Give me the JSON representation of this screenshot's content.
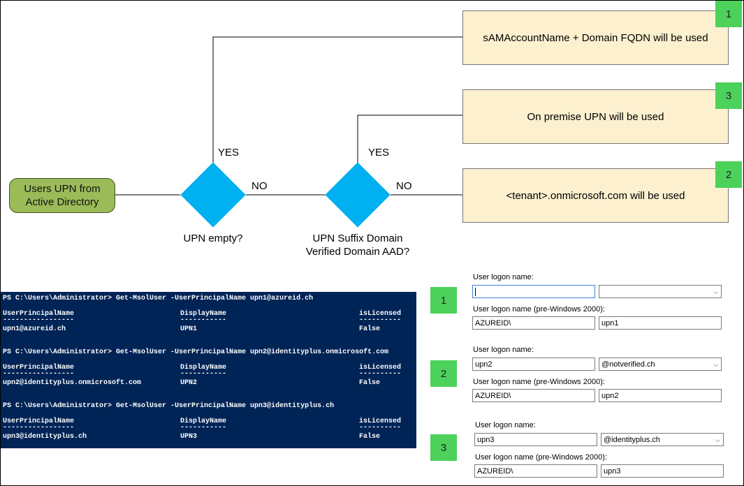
{
  "flow": {
    "start_node": "Users UPN from\nActive Directory",
    "decision1_label": "UPN empty?",
    "decision2_label": "UPN Suffix Domain\nVerified Domain AAD?",
    "yes1": "YES",
    "no1": "NO",
    "yes2": "YES",
    "no2": "NO",
    "results": [
      {
        "text": "sAMAccountName + Domain FQDN will be used",
        "badge": "1"
      },
      {
        "text": "On premise UPN will be used",
        "badge": "3"
      },
      {
        "text": "<tenant>.onmicrosoft.com will be used",
        "badge": "2"
      }
    ]
  },
  "powershell": {
    "blocks": [
      {
        "command": "PS C:\\Users\\Administrator> Get-MsolUser -UserPrincipalName upn1@azureid.ch",
        "headers": [
          "UserPrincipalName",
          "DisplayName",
          "isLicensed"
        ],
        "dashes": [
          "-----------------",
          "-----------",
          "----------"
        ],
        "row": [
          "upn1@azureid.ch",
          "UPN1",
          "False"
        ]
      },
      {
        "command": "PS C:\\Users\\Administrator> Get-MsolUser -UserPrincipalName upn2@identityplus.onmicrosoft.com",
        "headers": [
          "UserPrincipalName",
          "DisplayName",
          "isLicensed"
        ],
        "dashes": [
          "-----------------",
          "-----------",
          "----------"
        ],
        "row": [
          "upn2@identityplus.onmicrosoft.com",
          "UPN2",
          "False"
        ]
      },
      {
        "command": "PS C:\\Users\\Administrator> Get-MsolUser -UserPrincipalName upn3@identityplus.ch",
        "headers": [
          "UserPrincipalName",
          "DisplayName",
          "isLicensed"
        ],
        "dashes": [
          "-----------------",
          "-----------",
          "----------"
        ],
        "row": [
          "upn3@identityplus.ch",
          "UPN3",
          "False"
        ]
      }
    ]
  },
  "logon_panels": [
    {
      "badge": "1",
      "logon_label": "User logon name:",
      "logon_value": "",
      "suffix_value": "",
      "pre2000_label": "User logon name (pre-Windows 2000):",
      "domain_value": "AZUREID\\",
      "pre2000_value": "upn1"
    },
    {
      "badge": "2",
      "logon_label": "User logon name:",
      "logon_value": "upn2",
      "suffix_value": "@notverified.ch",
      "pre2000_label": "User logon name (pre-Windows 2000):",
      "domain_value": "AZUREID\\",
      "pre2000_value": "upn2"
    },
    {
      "badge": "3",
      "logon_label": "User logon name:",
      "logon_value": "upn3",
      "suffix_value": "@identityplus.ch",
      "pre2000_label": "User logon name (pre-Windows 2000):",
      "domain_value": "AZUREID\\",
      "pre2000_value": "upn3"
    }
  ],
  "icons": {
    "dropdown": "chevron-down-icon"
  },
  "colors": {
    "start_fill": "#9bbb59",
    "diamond_fill": "#00b0f0",
    "result_fill": "#fdf0cf",
    "badge_fill": "#4cd15a",
    "console_bg": "#012456"
  }
}
